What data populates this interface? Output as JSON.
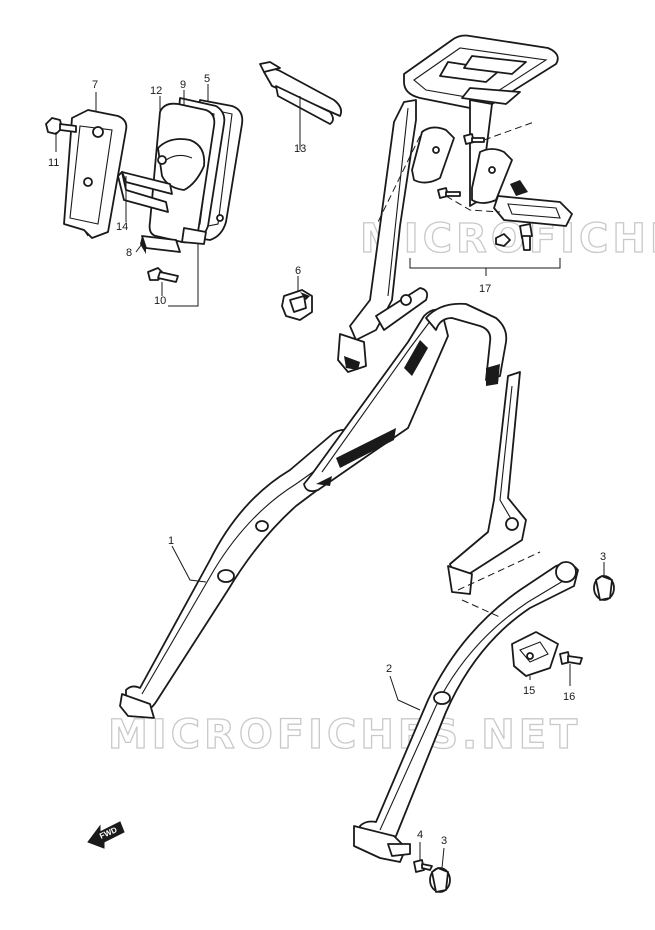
{
  "diagram": {
    "watermark": "MICROFICHES.NET",
    "fwd_label": "FWD",
    "callouts": {
      "c1": "1",
      "c2": "2",
      "c3a": "3",
      "c3b": "3",
      "c4": "4",
      "c5": "5",
      "c6": "6",
      "c7": "7",
      "c8": "8",
      "c9": "9",
      "c10": "10",
      "c11": "11",
      "c12": "12",
      "c13": "13",
      "c14": "14",
      "c15": "15",
      "c16": "16",
      "c17": "17"
    }
  }
}
